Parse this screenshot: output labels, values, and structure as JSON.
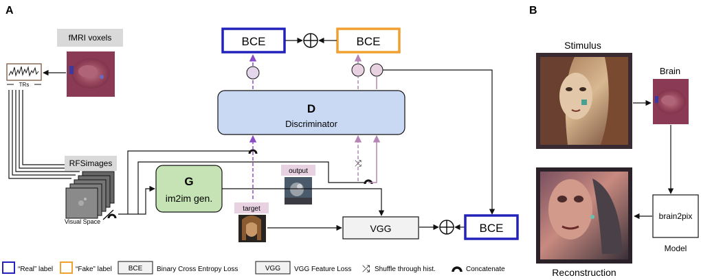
{
  "panels": {
    "a": "A",
    "b": "B"
  },
  "inputs": {
    "fmri_voxels": "fMRI voxels",
    "trs": "TRs",
    "rfs_images": "RFSimages",
    "visual_space": "Visual Space"
  },
  "nodes": {
    "bce_real": "BCE",
    "bce_fake": "BCE",
    "bce_vgg": "BCE",
    "discriminator_letter": "D",
    "discriminator_name": "Discriminator",
    "generator_letter": "G",
    "generator_name": "im2im gen.",
    "vgg": "VGG",
    "output": "output",
    "target": "target"
  },
  "shuffle_glyph": "⤮",
  "legend": {
    "real_label": "“Real” label",
    "fake_label": "“Fake” label",
    "bce_key": "BCE",
    "bce_desc": "Binary Cross Entropy Loss",
    "vgg_key": "VGG",
    "vgg_desc": "VGG Feature Loss",
    "shuffle_desc": "Shuffle through hist.",
    "concat_desc": "Concatenate"
  },
  "panel_b": {
    "stimulus": "Stimulus",
    "brain": "Brain",
    "brain2pix": "brain2pix",
    "model": "Model",
    "reconstruction": "Reconstruction"
  },
  "colors": {
    "real_blue": "#2222bb",
    "fake_orange": "#f0a030",
    "discriminator_fill": "#c9d9f3",
    "generator_fill": "#c5e3b4",
    "fake_arrow": "#b685b6",
    "real_arrow": "#8a4cc8",
    "brain_bg": "#8a3a55",
    "frame_dark": "#3a2a32"
  }
}
